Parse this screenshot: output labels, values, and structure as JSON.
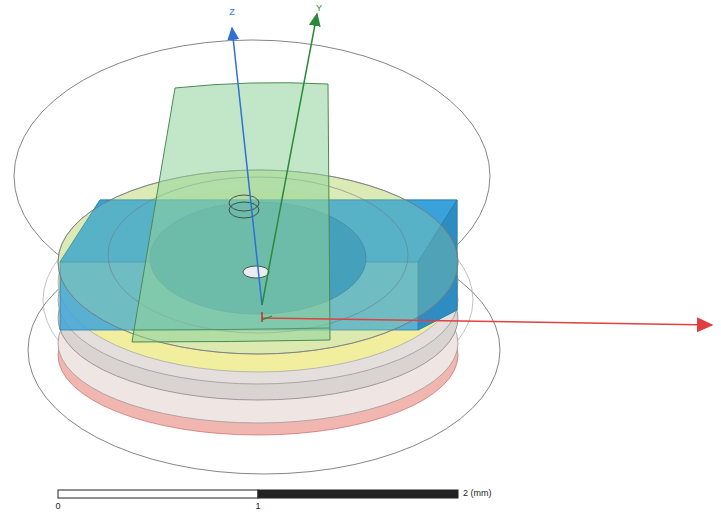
{
  "diagram": {
    "labels": [
      "Z",
      "Y",
      "0",
      "1",
      "2 (mm)"
    ]
  }
}
